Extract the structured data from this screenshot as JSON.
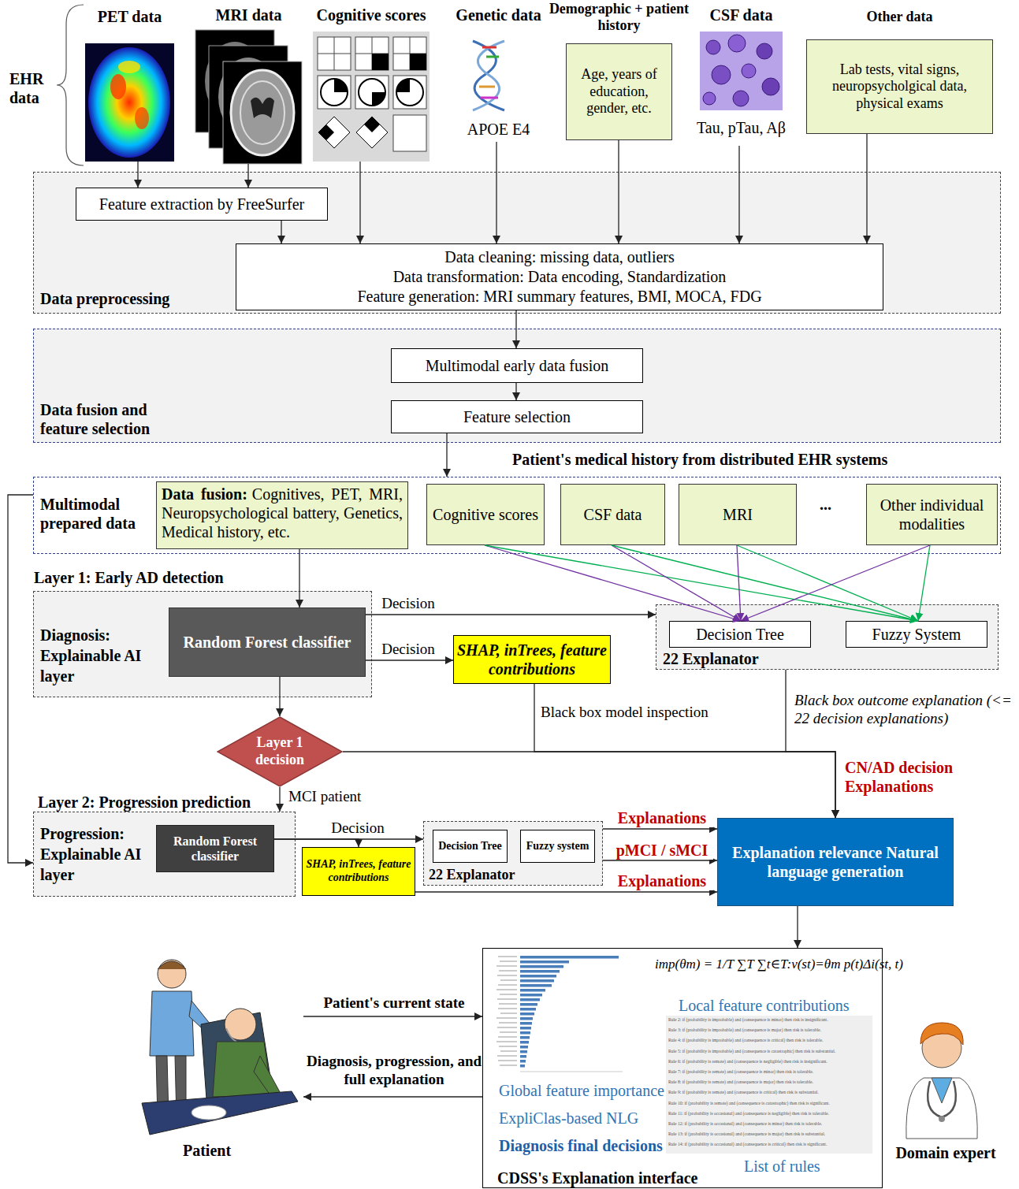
{
  "diagram": {
    "nodes": [
      {
        "text": [
          "PET data"
        ]
      },
      {
        "text": [
          "MRI data"
        ]
      },
      {
        "text": [
          "Cognitive scores"
        ]
      },
      {
        "text": [
          "Genetic data",
          "APOE E4"
        ]
      },
      {
        "text": [
          "Demographic + patient history",
          "Age, years of education, gender, etc."
        ]
      },
      {
        "text": [
          "CSF data",
          "Tau, pTau, Aβ"
        ]
      },
      {
        "text": [
          "Other data",
          "Lab tests, vital signs, neuropsycholgical data, physical exams"
        ]
      },
      {
        "text": [
          "Data preprocessing"
        ]
      },
      {
        "text": [
          "Feature extraction by FreeSurfer"
        ],
        "in": 7
      },
      {
        "text": [
          "Data cleaning: missing data, outliers",
          "Data transformation: Data encoding, Standardization",
          "Feature generation: MRI summary features, BMI, MOCA, FDG"
        ],
        "in": 7
      },
      {
        "text": [
          "Data fusion and feature selection"
        ]
      },
      {
        "text": [
          "Multimodal early data fusion"
        ],
        "in": 10
      },
      {
        "text": [
          "Feature selection"
        ],
        "in": 10
      },
      {
        "text": [
          "Multimodal prepared data"
        ]
      },
      {
        "text": [
          "Data fusion:",
          "Cognitives, PET, MRI, Neuropsychological battery, Genetics, Medical history, etc."
        ],
        "in": 13
      },
      {
        "text": [
          "Cognitive scores"
        ],
        "in": 13
      },
      {
        "text": [
          "CSF data"
        ],
        "in": 13
      },
      {
        "text": [
          "MRI"
        ],
        "in": 13
      },
      {
        "text": [
          "Other individual modalities"
        ],
        "in": 13
      },
      {
        "text": [
          "Layer 1: Early AD detection",
          "Diagnosis: Explainable AI layer"
        ]
      },
      {
        "text": [
          "Random Forest classifier"
        ],
        "in": 19
      },
      {
        "text": [
          "SHAP, inTrees, feature contributions"
        ]
      },
      {
        "text": [
          "22 Explanator"
        ]
      },
      {
        "text": [
          "Decision Tree"
        ],
        "in": 22
      },
      {
        "text": [
          "Fuzzy System"
        ],
        "in": 22
      },
      {
        "text": [
          "Layer 1 decision"
        ]
      },
      {
        "text": [
          "Layer 2: Progression prediction",
          "Progression: Explainable AI layer"
        ]
      },
      {
        "text": [
          "Random Forest classifier"
        ],
        "in": 26
      },
      {
        "text": [
          "SHAP, inTrees, feature contributions"
        ]
      },
      {
        "text": [
          "22 Explanator"
        ]
      },
      {
        "text": [
          "Decision Tree"
        ],
        "in": 29
      },
      {
        "text": [
          "Fuzzy system"
        ],
        "in": 29
      },
      {
        "text": [
          "Explanation relevance Natural language generation"
        ]
      },
      {
        "text": [
          "imp(θm) = 1/T ∑T ∑t∈T:v(st)=θm p(t)Δi(st, t)",
          "Local feature contributions",
          "Global feature importance",
          "ExpliClas-based NLG",
          "Diagnosis final decisions",
          "List of rules",
          "CDSS's Explanation interface"
        ]
      },
      {
        "text": [
          "Patient"
        ]
      },
      {
        "text": [
          "Domain expert"
        ]
      }
    ],
    "edges": [
      {
        "from": 0,
        "to": 8,
        "arrow": "to"
      },
      {
        "from": 1,
        "to": 8,
        "arrow": "to"
      },
      {
        "from": 8,
        "to": 9,
        "arrow": "to"
      },
      {
        "from": 2,
        "to": 9,
        "arrow": "to"
      },
      {
        "from": 3,
        "to": 9,
        "arrow": "to"
      },
      {
        "from": 4,
        "to": 9,
        "arrow": "to"
      },
      {
        "from": 5,
        "to": 9,
        "arrow": "to"
      },
      {
        "from": 6,
        "to": 9,
        "arrow": "to"
      },
      {
        "from": 9,
        "to": 11,
        "arrow": "to"
      },
      {
        "from": 11,
        "to": 12,
        "arrow": "to"
      },
      {
        "from": 12,
        "to": 13,
        "arrow": "to"
      },
      {
        "from": 14,
        "to": 20,
        "arrow": "to"
      },
      {
        "from": 15,
        "to": 23,
        "arrow": "to"
      },
      {
        "from": 15,
        "to": 24,
        "arrow": "to"
      },
      {
        "from": 16,
        "to": 23,
        "arrow": "to"
      },
      {
        "from": 16,
        "to": 24,
        "arrow": "to"
      },
      {
        "from": 17,
        "to": 23,
        "arrow": "to"
      },
      {
        "from": 17,
        "to": 24,
        "arrow": "to"
      },
      {
        "from": 18,
        "to": 23,
        "arrow": "to"
      },
      {
        "from": 18,
        "to": 24,
        "arrow": "to"
      },
      {
        "from": 20,
        "to": 22,
        "label": "Decision",
        "arrow": "to"
      },
      {
        "from": 20,
        "to": 21,
        "label": "Decision",
        "arrow": "to"
      },
      {
        "from": 20,
        "to": 25,
        "arrow": "to"
      },
      {
        "from": 21,
        "to": 32,
        "label": "Black box model inspection",
        "arrow": "to"
      },
      {
        "from": 22,
        "to": 32,
        "label": "Black box outcome explanation (<= 22 decision explanations)",
        "arrow": "to"
      },
      {
        "from": 25,
        "to": 32,
        "label": "CN/AD decision Explanations",
        "arrow": "to"
      },
      {
        "from": 25,
        "to": 26,
        "label": "MCI patient",
        "arrow": "to"
      },
      {
        "from": 13,
        "to": 26,
        "arrow": "to"
      },
      {
        "from": 27,
        "to": 29,
        "label": "Decision",
        "arrow": "to"
      },
      {
        "from": 27,
        "to": 28,
        "arrow": "to"
      },
      {
        "from": 29,
        "to": 32,
        "label": "Explanations",
        "arrow": "to"
      },
      {
        "from": 29,
        "to": 32,
        "label": "pMCI / sMCI",
        "arrow": "to"
      },
      {
        "from": 28,
        "to": 32,
        "label": "Explanations",
        "arrow": "to"
      },
      {
        "from": 32,
        "to": 33,
        "arrow": "to"
      },
      {
        "from": 34,
        "to": 33,
        "label": "Patient's current state",
        "arrow": "to"
      },
      {
        "from": 33,
        "to": 34,
        "label": "Diagnosis, progression, and full explanation",
        "arrow": "to"
      }
    ],
    "labels": [
      "EHR data",
      "Patient's medical history from distributed EHR systems",
      "...",
      "Rule 2: if (probability is improbable) and (consequence is minor) then risk is insignificant.",
      "Rule 3: if (probability is improbable) and (consequence is major) then risk is tolerable.",
      "Rule 4: if (probability is improbable) and (consequence is critical) then risk is tolerable.",
      "Rule 5: if (probability is improbable) and (consequence is catastrophic) then risk is substantial.",
      "Rule 6: if (probability is remote) and (consequence is negligible) then risk is insignificant.",
      "Rule 7: if (probability is remote) and (consequence is minor) then risk is tolerable.",
      "Rule 8: if (probability is remote) and (consequence is major) then risk is tolerable.",
      "Rule 9: if (probability is remote) and (consequence is critical) then risk is substantial.",
      "Rule 10: if (probability is remote) and (consequence is catastrophic) then risk is significant.",
      "Rule 11: if (probability is occasional) and (consequence is negligible) then risk is tolerable.",
      "Rule 12: if (probability is occasional) and (consequence is minor) then risk is tolerable.",
      "Rule 13: if (probability is occasional) and (consequence is major) then risk is substantial.",
      "Rule 14: if (probability is occasional) and (consequence is critical) then risk is significant."
    ]
  }
}
